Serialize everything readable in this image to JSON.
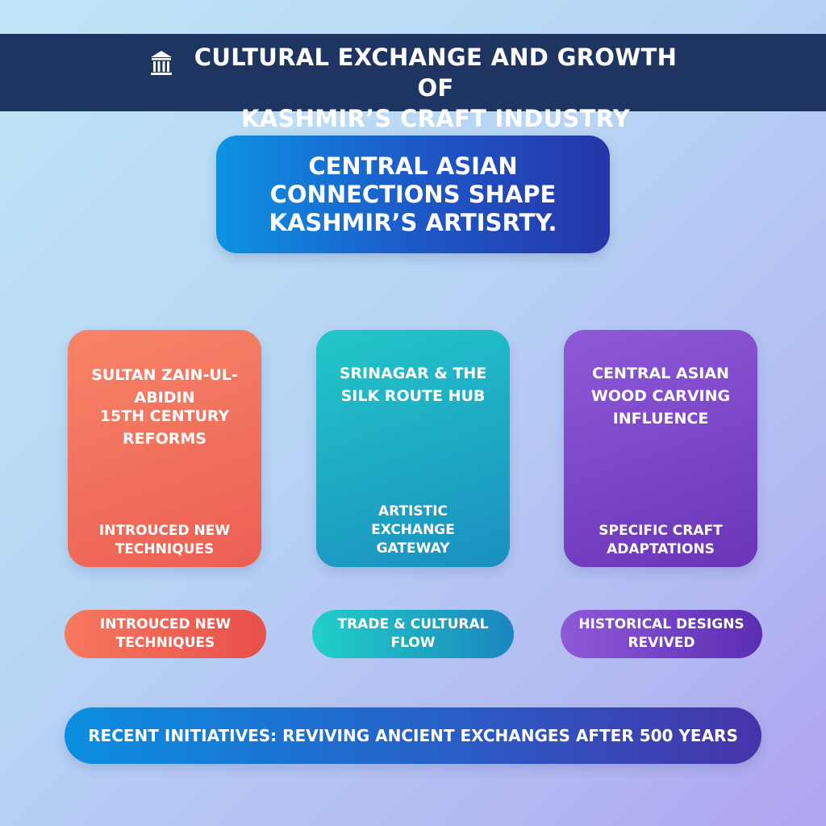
{
  "header": {
    "icon": "pillared-building-icon",
    "title": "CULTURAL EXCHANGE AND GROWTH OF\nKASHMIR’S CRAFT INDUSTRY"
  },
  "hero": {
    "text": "CENTRAL ASIAN\nCONNECTIONS SHAPE\nKASHMIR’S ARTISRTY."
  },
  "cards": [
    {
      "title": "SULTAN ZAIN-UL-ABIDIN",
      "subtitle": "15TH CENTURY REFORMS",
      "detail": "INTROUCED NEW\nTECHNIQUES",
      "pill": "INTROUCED NEW\nTECHNIQUES"
    },
    {
      "title": "SRINAGAR & THE\nSILK ROUTE HUB",
      "detail": "ARTISTIC\nEXCHANGE\nGATEWAY",
      "pill": "TRADE & CULTURAL\nFLOW"
    },
    {
      "title": "CENTRAL ASIAN\nWOOD CARVING\nINFLUENCE",
      "detail": "SPECIFIC CRAFT\nADAPTATIONS",
      "pill": "HISTORICAL DESIGNS\nREVIVED"
    }
  ],
  "footer": {
    "text": "RECENT INITIATIVES: REVIVING ANCIENT EXCHANGES AFTER 500 YEARS"
  },
  "colors": {
    "banner": "#1f3561",
    "orange": "#ec5f53",
    "teal": "#1a8fc0",
    "purple": "#6a34b8",
    "blue": "#1d59c9"
  }
}
